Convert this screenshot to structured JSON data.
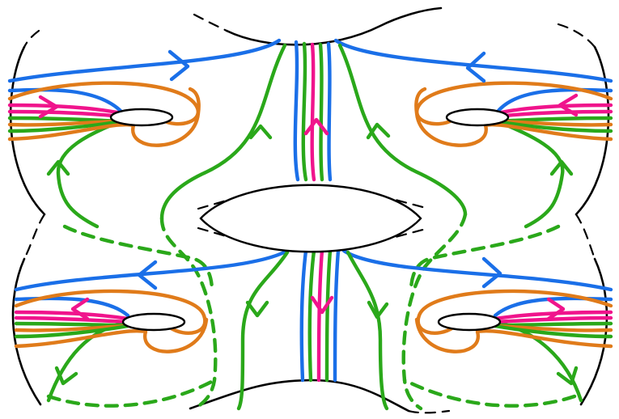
{
  "colors": {
    "blue": "#1a6fe8",
    "orange": "#e07b1a",
    "magenta": "#f0148c",
    "green": "#2aa81a",
    "outline": "#000000"
  },
  "figure": {
    "handles": 5,
    "curve_families": [
      "blue",
      "orange",
      "magenta",
      "green"
    ],
    "arrow_colors": [
      "blue",
      "magenta",
      "green"
    ]
  }
}
